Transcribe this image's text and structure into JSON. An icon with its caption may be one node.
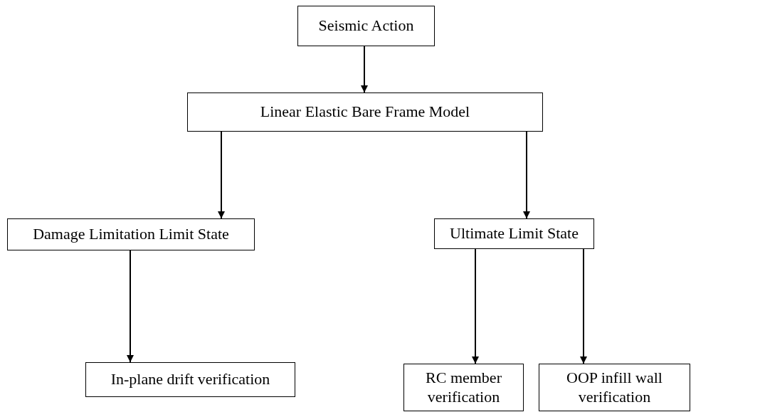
{
  "diagram": {
    "nodes": [
      {
        "text": [
          "Seismic Action"
        ]
      },
      {
        "text": [
          "Linear Elastic Bare Frame Model"
        ]
      },
      {
        "text": [
          "Damage Limitation Limit State"
        ]
      },
      {
        "text": [
          "Ultimate Limit State"
        ]
      },
      {
        "text": [
          "In-plane drift verification"
        ]
      },
      {
        "text": [
          "RC member verification"
        ]
      },
      {
        "text": [
          "OOP infill wall verification"
        ]
      }
    ],
    "edges": [
      {
        "from": 0,
        "to": 1,
        "arrow": "to"
      },
      {
        "from": 1,
        "to": 2,
        "arrow": "to"
      },
      {
        "from": 1,
        "to": 3,
        "arrow": "to"
      },
      {
        "from": 2,
        "to": 4,
        "arrow": "to"
      },
      {
        "from": 3,
        "to": 5,
        "arrow": "to"
      },
      {
        "from": 3,
        "to": 6,
        "arrow": "to"
      }
    ]
  }
}
